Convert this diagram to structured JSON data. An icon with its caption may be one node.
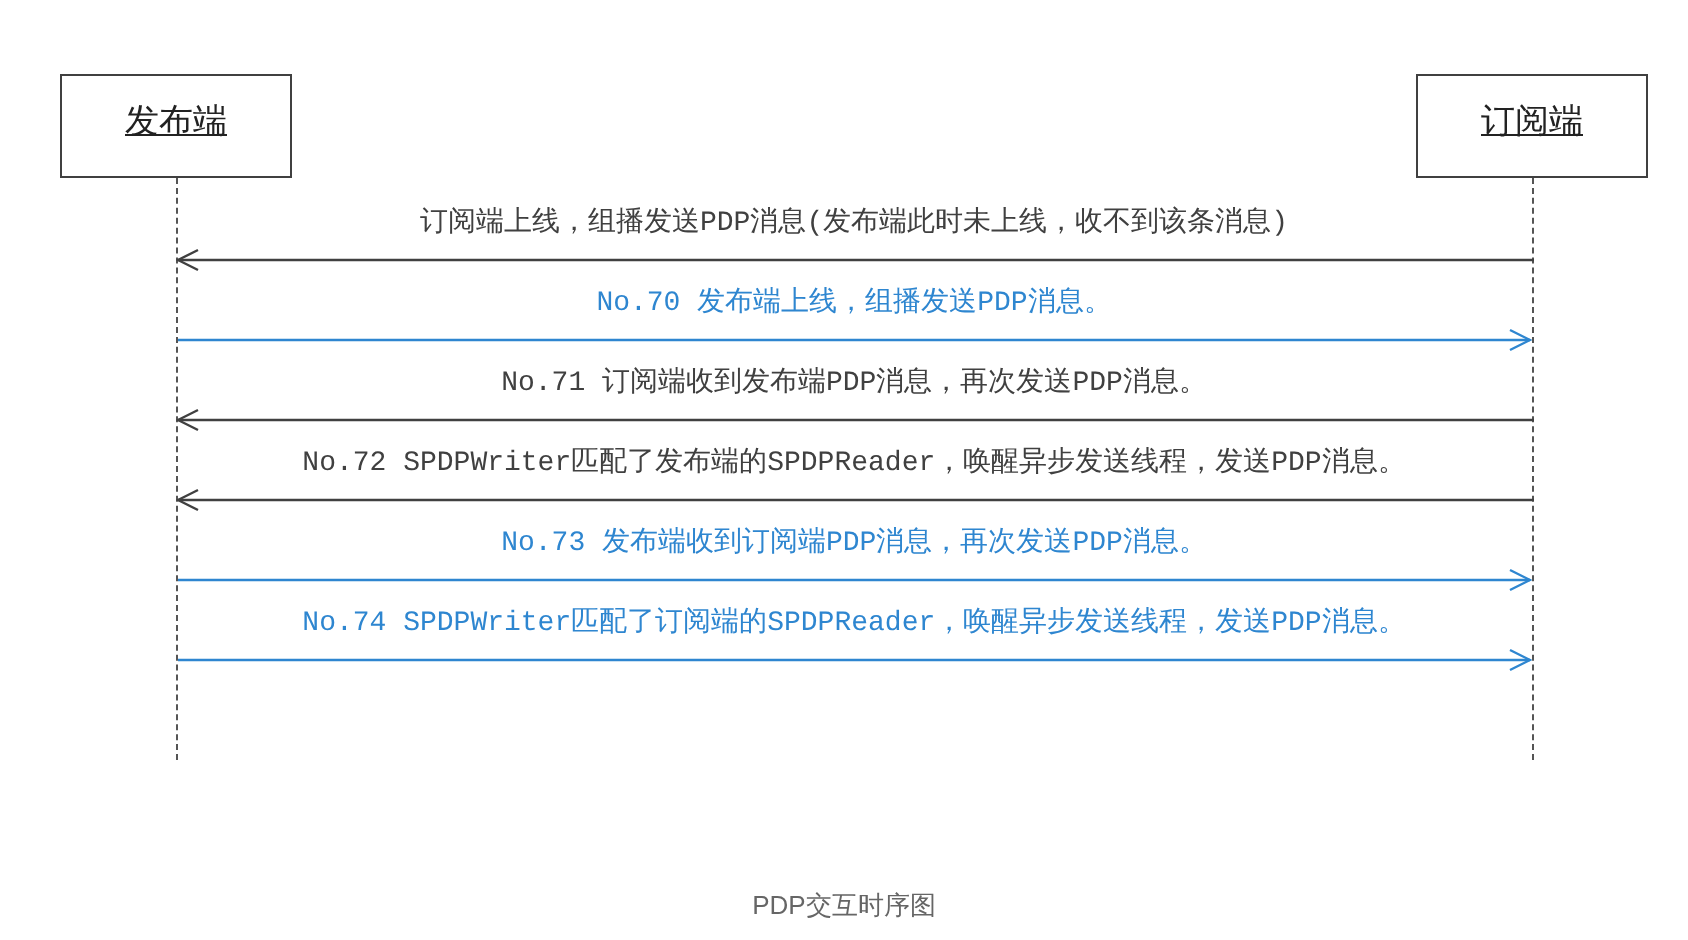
{
  "diagram": {
    "caption": "PDP交互时序图",
    "nodes": [
      {
        "text": [
          "发布端"
        ]
      },
      {
        "text": [
          "订阅端"
        ]
      },
      {
        "text": [],
        "shape": "line"
      },
      {
        "text": [],
        "shape": "line"
      }
    ],
    "edges": [
      {
        "from": 3,
        "to": 2,
        "arrow": "to",
        "label": "订阅端上线，组播发送PDP消息(发布端此时未上线，收不到该条消息)"
      },
      {
        "from": 2,
        "to": 3,
        "arrow": "to",
        "label": "No.70 发布端上线，组播发送PDP消息。",
        "color": "#2e86d0"
      },
      {
        "from": 3,
        "to": 2,
        "arrow": "to",
        "label": "No.71 订阅端收到发布端PDP消息，再次发送PDP消息。"
      },
      {
        "from": 3,
        "to": 2,
        "arrow": "to",
        "label": "No.72 SPDPWriter匹配了发布端的SPDPReader，唤醒异步发送线程，发送PDP消息。"
      },
      {
        "from": 2,
        "to": 3,
        "arrow": "to",
        "label": "No.73 发布端收到订阅端PDP消息，再次发送PDP消息。",
        "color": "#2e86d0"
      },
      {
        "from": 2,
        "to": 3,
        "arrow": "to",
        "label": "No.74 SPDPWriter匹配了订阅端的SPDPReader，唤醒异步发送线程，发送PDP消息。",
        "color": "#2e86d0"
      }
    ]
  }
}
